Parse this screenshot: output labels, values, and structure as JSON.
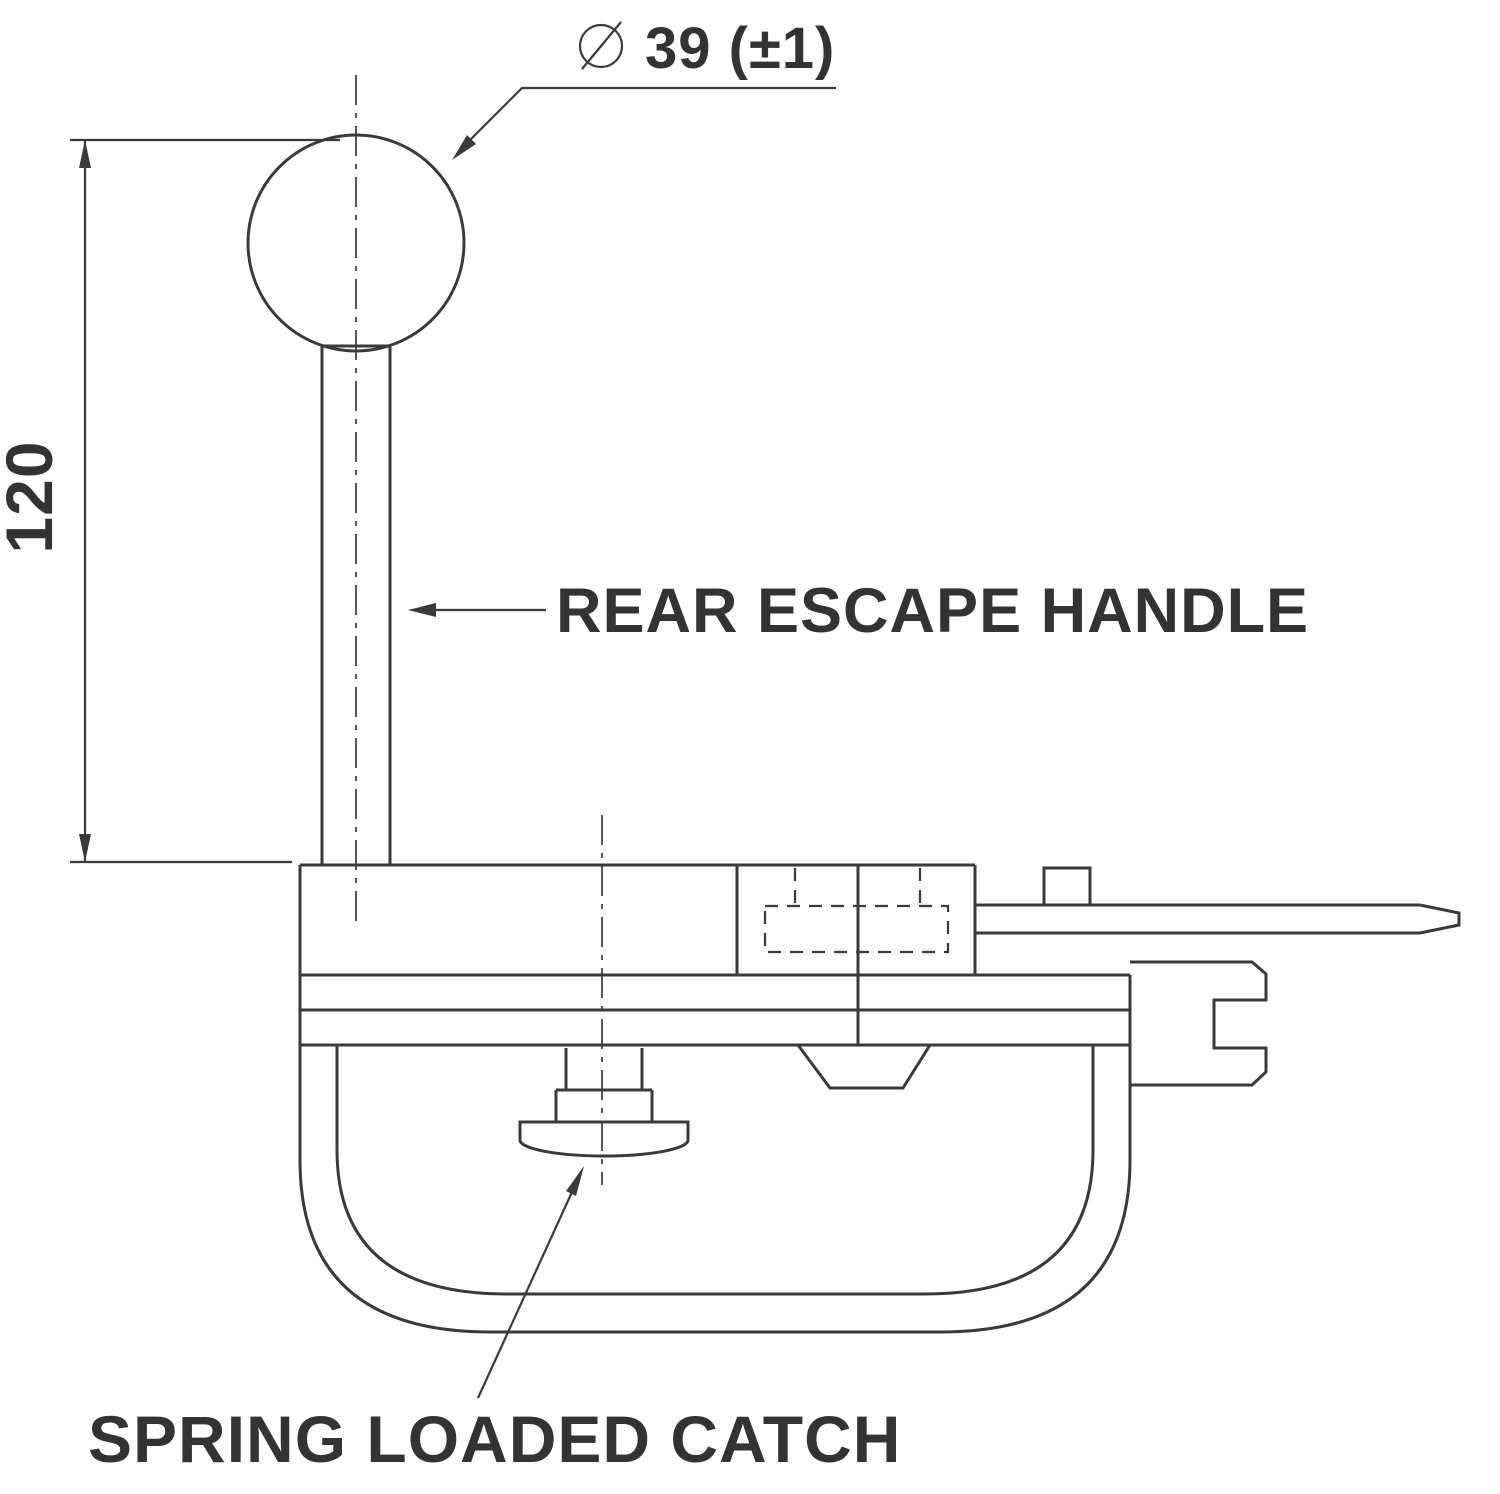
{
  "page": {
    "background": "#ffffff"
  },
  "drawing": {
    "line_color": "#3a3a3a",
    "text_color": "#333333",
    "annotations": {
      "diameter": {
        "symbol": "⌀",
        "value": "39 (±1)"
      },
      "height_dimension": "120",
      "handle_label": "REAR ESCAPE HANDLE",
      "catch_label": "SPRING LOADED CATCH"
    }
  }
}
